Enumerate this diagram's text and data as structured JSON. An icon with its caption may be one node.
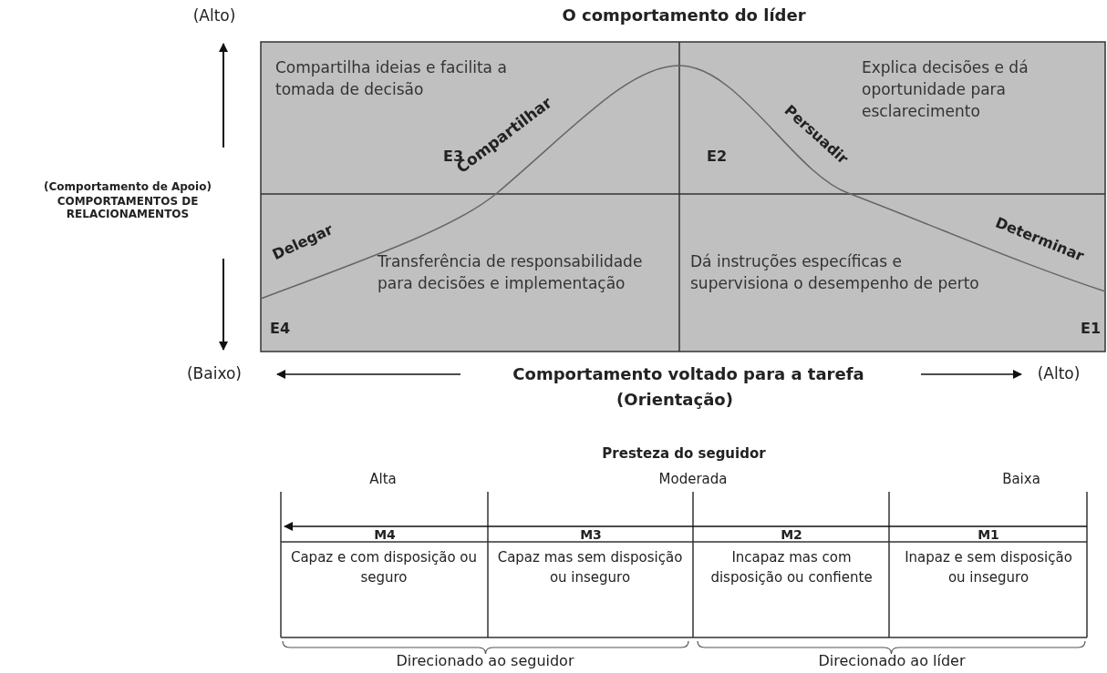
{
  "diagram": {
    "title": "O comportamento do líder",
    "nodes": [
      {
        "text": [
          "Compartilha ideias e facilita a tomada de decisão",
          "E3"
        ]
      },
      {
        "text": [
          "Explica decisões e dá oportunidade para esclarecimento",
          "E2"
        ]
      },
      {
        "text": [
          "Transferência de responsabilidade para decisões e implementação",
          "E4"
        ]
      },
      {
        "text": [
          "Dá instruções específicas e supervisiona o desempenho de perto",
          "E1"
        ]
      }
    ],
    "labels": [
      "(Alto)",
      "(Comportamento de Apoio)",
      "COMPORTAMENTOS DE RELACIONAMENTOS",
      "Compartilhar",
      "Persuadir",
      "Delegar",
      "Determinar",
      "(Baixo)",
      "Comportamento voltado para a tarefa",
      "(Alto)",
      "(Orientação)",
      "Presteza do seguidor",
      "Alta",
      "Moderada",
      "Baixa",
      "M4",
      "M3",
      "M2",
      "M1",
      "Capaz e com disposição ou seguro",
      "Capaz mas sem disposição ou inseguro",
      "Incapaz mas com disposição ou confiente",
      "Inapaz e sem disposição ou inseguro",
      "Direcionado ao seguidor",
      "Direcionado ao líder"
    ]
  }
}
